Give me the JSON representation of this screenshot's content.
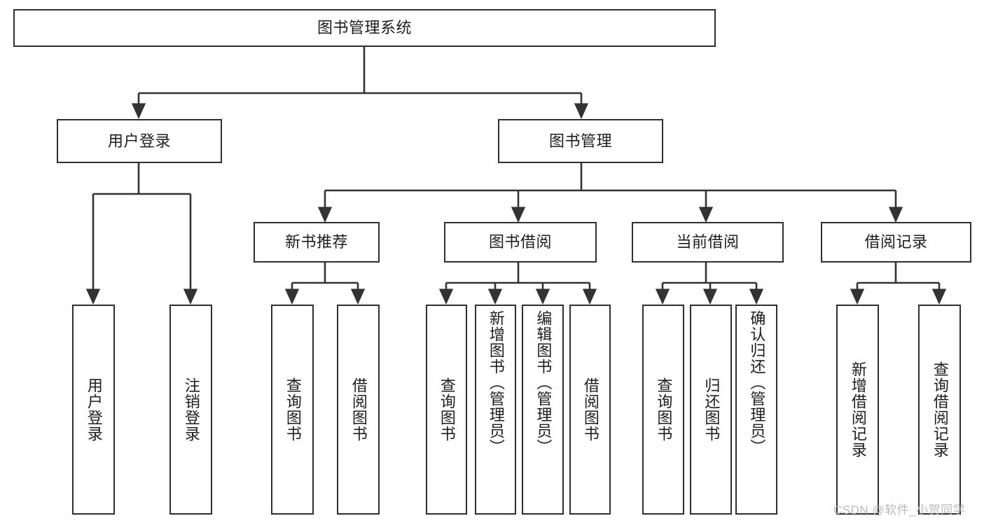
{
  "diagram": {
    "type": "tree-hierarchy-flowchart",
    "title": "图书管理系统",
    "watermark": "CSDN @软件_小贺同学",
    "colors": {
      "box_border": "#2f2f2f",
      "box_fill": "#ffffff",
      "connector": "#333333",
      "text": "#1d1d1d",
      "watermark": "#b9b9b9",
      "background": "#ffffff"
    },
    "nodes": {
      "root": {
        "label": "图书管理系统",
        "level": 1,
        "orientation": "horizontal"
      },
      "level2": [
        {
          "id": "user-login",
          "label": "用户登录",
          "orientation": "horizontal"
        },
        {
          "id": "book-manage",
          "label": "图书管理",
          "orientation": "horizontal"
        }
      ],
      "level3": [
        {
          "id": "new-book-recommend",
          "label": "新书推荐",
          "orientation": "horizontal"
        },
        {
          "id": "book-borrow",
          "label": "图书借阅",
          "orientation": "horizontal"
        },
        {
          "id": "current-borrow",
          "label": "当前借阅",
          "orientation": "horizontal"
        },
        {
          "id": "borrow-record",
          "label": "借阅记录",
          "orientation": "horizontal"
        }
      ],
      "leaves": [
        {
          "id": "leaf-user-login",
          "label": "用户登录",
          "parent": "user-login",
          "orientation": "vertical"
        },
        {
          "id": "leaf-logout-login",
          "label": "注销登录",
          "parent": "user-login",
          "orientation": "vertical"
        },
        {
          "id": "leaf-query-book-1",
          "label": "查询图书",
          "parent": "new-book-recommend",
          "orientation": "vertical"
        },
        {
          "id": "leaf-borrow-book-1",
          "label": "借阅图书",
          "parent": "new-book-recommend",
          "orientation": "vertical"
        },
        {
          "id": "leaf-query-book-2",
          "label": "查询图书",
          "parent": "book-borrow",
          "orientation": "vertical"
        },
        {
          "id": "leaf-add-book",
          "label": "新增图书（管理员）",
          "parent": "book-borrow",
          "orientation": "vertical"
        },
        {
          "id": "leaf-edit-book",
          "label": "编辑图书（管理员）",
          "parent": "book-borrow",
          "orientation": "vertical"
        },
        {
          "id": "leaf-borrow-book-2",
          "label": "借阅图书",
          "parent": "book-borrow",
          "orientation": "vertical"
        },
        {
          "id": "leaf-query-book-3",
          "label": "查询图书",
          "parent": "current-borrow",
          "orientation": "vertical"
        },
        {
          "id": "leaf-return-book",
          "label": "归还图书",
          "parent": "current-borrow",
          "orientation": "vertical"
        },
        {
          "id": "leaf-confirm-return",
          "label": "确认归还（管理员）",
          "parent": "current-borrow",
          "orientation": "vertical"
        },
        {
          "id": "leaf-add-record",
          "label": "新增借阅记录",
          "parent": "borrow-record",
          "orientation": "vertical"
        },
        {
          "id": "leaf-query-record",
          "label": "查询借阅记录",
          "parent": "borrow-record",
          "orientation": "vertical"
        }
      ]
    }
  }
}
